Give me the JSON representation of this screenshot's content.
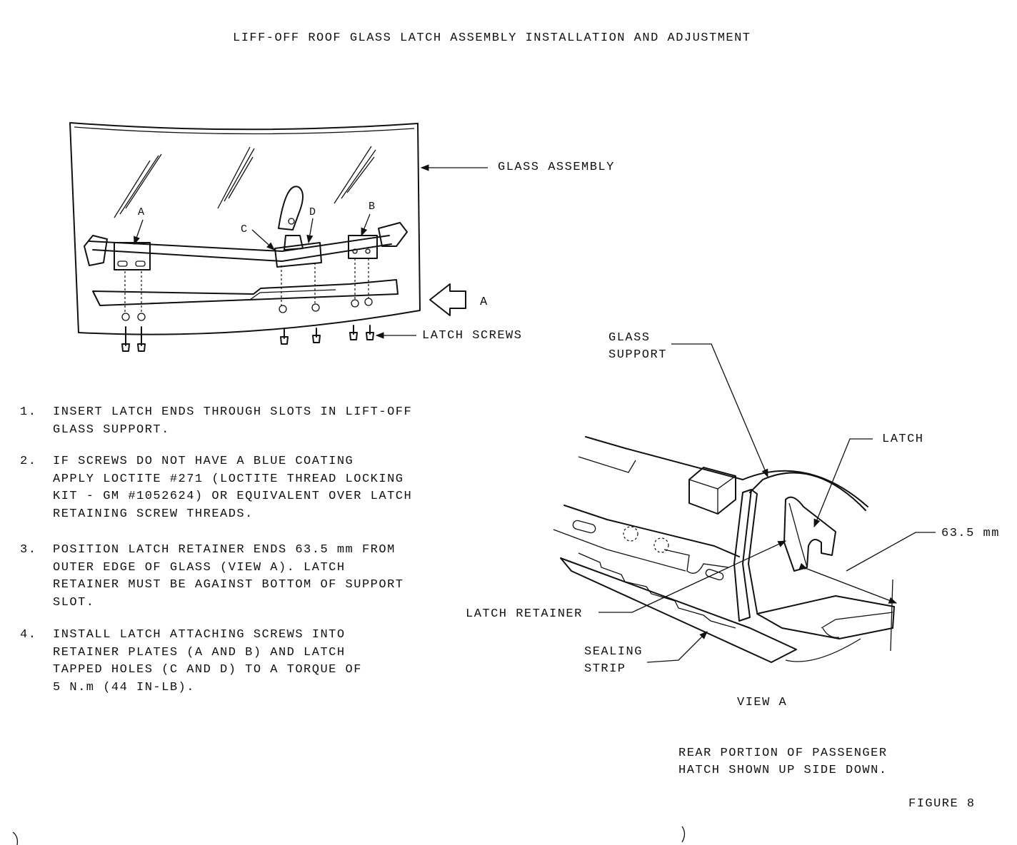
{
  "page": {
    "title": "LIFF-OFF ROOF GLASS LATCH ASSEMBLY INSTALLATION AND ADJUSTMENT",
    "figure_label": "FIGURE 8"
  },
  "top_diagram": {
    "callouts": {
      "glass_assembly": "GLASS ASSEMBLY",
      "latch_screws": "LATCH SCREWS",
      "view_arrow": "A"
    },
    "point_labels": {
      "a": "A",
      "b": "B",
      "c": "C",
      "d": "D"
    }
  },
  "view_a": {
    "callouts": {
      "glass_support_line1": "GLASS",
      "glass_support_line2": "SUPPORT",
      "latch": "LATCH",
      "dimension": "63.5 mm",
      "latch_retainer": "LATCH RETAINER",
      "sealing_strip_line1": "SEALING",
      "sealing_strip_line2": "STRIP"
    },
    "caption": "VIEW A",
    "note_line1": "REAR PORTION OF PASSENGER",
    "note_line2": "HATCH SHOWN UP SIDE DOWN."
  },
  "steps": [
    {
      "number": "1.",
      "lines": [
        "INSERT LATCH ENDS THROUGH SLOTS IN LIFT-OFF",
        "GLASS SUPPORT."
      ]
    },
    {
      "number": "2.",
      "lines": [
        "IF SCREWS DO NOT HAVE A BLUE COATING",
        "APPLY LOCTITE #271 (LOCTITE THREAD LOCKING",
        "KIT - GM #1052624) OR EQUIVALENT OVER LATCH",
        "RETAINING SCREW THREADS."
      ]
    },
    {
      "number": "3.",
      "lines": [
        "POSITION LATCH RETAINER ENDS 63.5 mm FROM",
        "OUTER EDGE OF GLASS (VIEW A).  LATCH",
        "RETAINER MUST BE AGAINST BOTTOM OF SUPPORT",
        "SLOT."
      ]
    },
    {
      "number": "4.",
      "lines": [
        "INSTALL LATCH ATTACHING SCREWS INTO",
        "RETAINER PLATES (A AND B) AND LATCH",
        "TAPPED HOLES (C AND D) TO A TORQUE OF",
        "5 N.m (44 IN-LB)."
      ]
    }
  ]
}
